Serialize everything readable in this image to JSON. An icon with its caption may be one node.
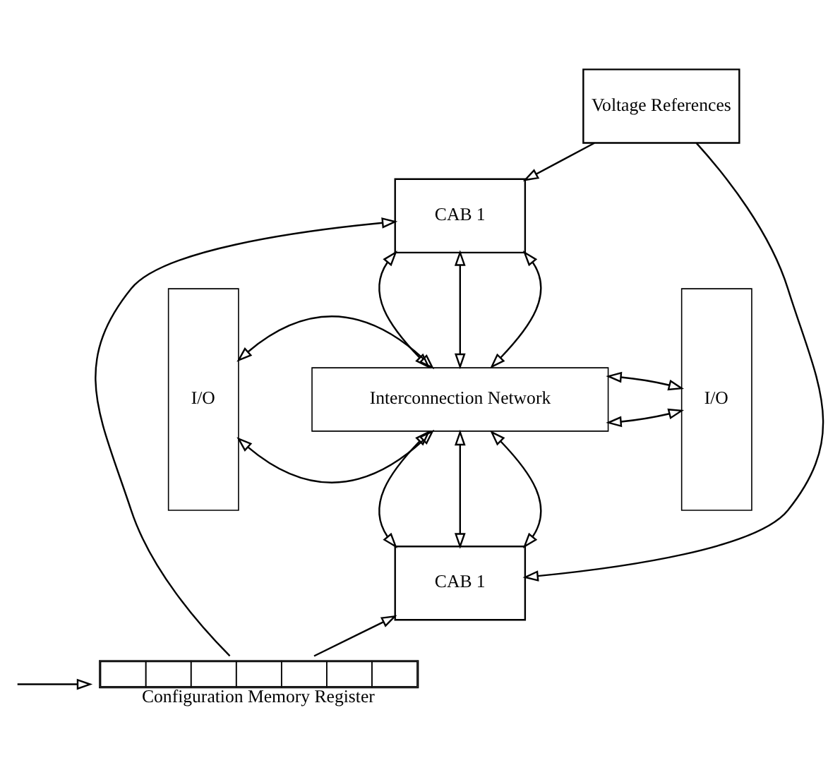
{
  "diagram": {
    "nodes": [
      {
        "text": [
          "Voltage References"
        ]
      },
      {
        "text": [
          "I/O"
        ]
      },
      {
        "text": [
          "CAB 1"
        ]
      },
      {
        "text": [
          "Interconnection Network"
        ]
      },
      {
        "text": [
          "CAB 1"
        ]
      },
      {
        "text": [
          "I/O"
        ]
      },
      {
        "text": [
          "Configuration Memory Register"
        ]
      }
    ],
    "edges": [
      {
        "from": 0,
        "to": 2,
        "arrow": "to"
      },
      {
        "from": 0,
        "to": 4,
        "arrow": "to"
      },
      {
        "from": 1,
        "to": 3,
        "arrow": "both"
      },
      {
        "from": 1,
        "to": 3,
        "arrow": "both"
      },
      {
        "from": 3,
        "to": 2,
        "arrow": "both"
      },
      {
        "from": 3,
        "to": 2,
        "arrow": "both"
      },
      {
        "from": 3,
        "to": 2,
        "arrow": "both"
      },
      {
        "from": 3,
        "to": 4,
        "arrow": "both"
      },
      {
        "from": 3,
        "to": 4,
        "arrow": "both"
      },
      {
        "from": 3,
        "to": 4,
        "arrow": "both"
      },
      {
        "from": 3,
        "to": 5,
        "arrow": "both"
      },
      {
        "from": 3,
        "to": 5,
        "arrow": "both"
      },
      {
        "from": 6,
        "to": 2,
        "arrow": "to"
      },
      {
        "from": 6,
        "to": 4,
        "arrow": "to"
      },
      {
        "from": null,
        "to": 6,
        "arrow": "to"
      }
    ]
  }
}
